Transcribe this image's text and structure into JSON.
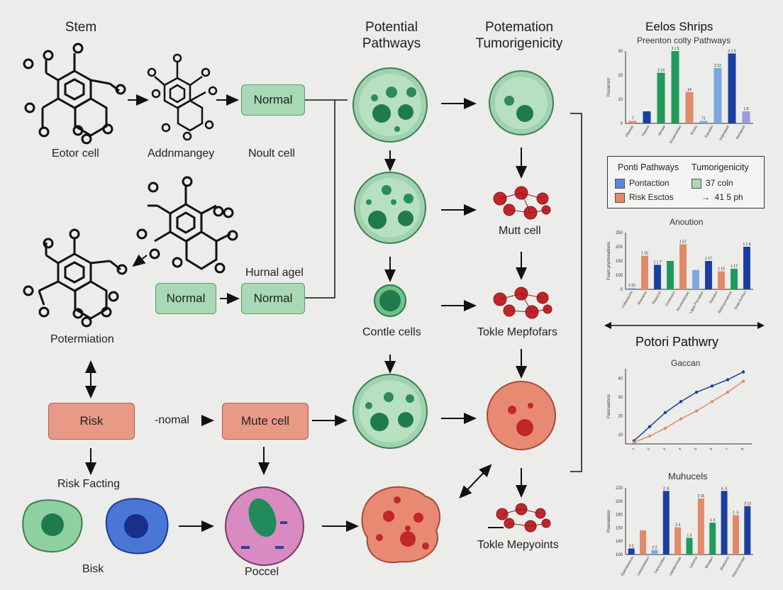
{
  "headers": {
    "stem": "Stem",
    "potential_pathways": "Potential\nPathways",
    "potemation": "Potemation\nTumorigenicity"
  },
  "labels": {
    "eotor_cell": "Eotor cell",
    "addnmangey": "Addnmangey",
    "noult_cell": "Noult cell",
    "potermiation": "Potermiation",
    "hurnal_agel": "Hurnal agel",
    "risk_facting": "Risk Facting",
    "bisk": "Bisk",
    "poccel": "Poccel",
    "contle_cells": "Contle cells",
    "mutt_cell": "Mutt cell",
    "tokle_mepfofars": "Tokle Mepfofars",
    "tokle_mepyoints": "Tokle Mepyoints",
    "normal_arrow": "-nomal"
  },
  "boxes": {
    "normal_top": "Normal",
    "normal_left": "Normal",
    "normal_mid": "Normal",
    "risk": "Risk",
    "mute_cell": "Mute cell"
  },
  "panel": {
    "title": "Eelos Shrips",
    "legend": {
      "col1": "Ponti Pathways",
      "col2": "Tumorigenicity",
      "row1a": "Pontaction",
      "row1b": "37 coln",
      "row2a": "Risk Esctos",
      "row2b": "41 5 ph"
    },
    "colors": {
      "green": "#1f9a5a",
      "blue": "#1a3fa0",
      "lightblue": "#7aa8e0",
      "salmon": "#e08a6a",
      "lavender": "#9a9ae0",
      "lightgreen": "#7fcf9a"
    }
  },
  "chart_data": [
    {
      "type": "bar",
      "title": "Preenton colty Pathways",
      "ylabel": "Pociemist",
      "ylim": [
        0,
        30
      ],
      "yticks": [
        "0",
        "10",
        "20",
        "30"
      ],
      "categories": [
        "Flaoaas",
        "Flasent",
        "Nerwie",
        "Erowmentan",
        "Erostu",
        "Esivadin",
        "Uoipoiaant",
        "Nanspuet"
      ],
      "values": [
        1,
        5,
        21,
        30,
        13,
        1,
        23,
        29,
        5
      ],
      "data_labels": [
        "7",
        "",
        "2 14",
        "3 1 5",
        "14",
        "71",
        "2 12",
        "3 1 5",
        "1 6"
      ]
    },
    {
      "type": "bar",
      "title": "Anoution",
      "ylabel": "Foant pryrtionaitiens",
      "ylim": [
        0,
        220
      ],
      "yticks": [
        "0",
        "100",
        "150",
        "200",
        "250"
      ],
      "categories": [
        "Colaodoniis",
        "Rasowns",
        "Rasocne",
        "Coownsce",
        "Reunomionan",
        "Lajaa Pronabsn",
        "Raioaon",
        "Baaouyonatoes",
        "Soaa Aorhon"
      ],
      "values": [
        5,
        130,
        95,
        110,
        175,
        75,
        110,
        70,
        80,
        165
      ],
      "data_labels": [
        "2 15",
        "1 15",
        "1 1 7",
        "",
        "1 57",
        "",
        "1 17",
        "1 15",
        "1 17",
        "1 1 6"
      ]
    },
    {
      "type": "line",
      "title": "Potori Pathwry",
      "subtitle": "Gaccan",
      "ylabel": "Fiaocaaitsce",
      "yticks": [
        "10",
        "20",
        "30",
        "40"
      ],
      "x": [
        1,
        2,
        3,
        4,
        5,
        6,
        7,
        8
      ],
      "series": [
        {
          "values": [
            2,
            11,
            20,
            27,
            33,
            37,
            41,
            46
          ]
        },
        {
          "values": [
            1,
            5,
            10,
            16,
            21,
            27,
            33,
            40
          ]
        }
      ]
    },
    {
      "type": "bar",
      "title": "Muhucels",
      "ylabel": "Raooaoiess",
      "ylim": [
        0,
        220
      ],
      "yticks": [
        "100",
        "140",
        "150",
        "180",
        "200",
        "220"
      ],
      "categories": [
        "Epamiaesens",
        "Lasonmionen",
        "Carsnunlion",
        "Lapatonnioas",
        "Lasoma",
        "Bioaaon",
        "Bastuons",
        "Gascounonaer"
      ],
      "values": [
        20,
        80,
        15,
        210,
        90,
        55,
        185,
        105,
        210,
        130,
        160
      ],
      "data_labels": [
        "3 2",
        "",
        "2 2",
        "2 .6",
        "3 4",
        "1 3",
        "2 15",
        "1 3",
        "4 .5",
        "1 .5",
        "3 13"
      ]
    }
  ]
}
